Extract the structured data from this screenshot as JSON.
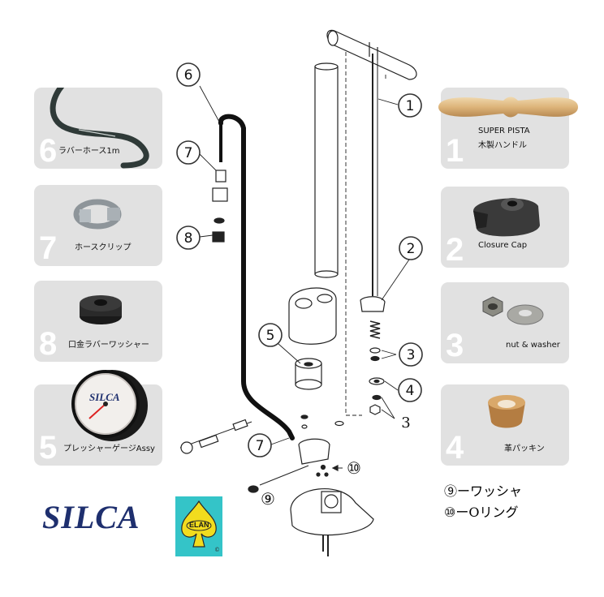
{
  "cards": [
    {
      "number": "6",
      "label": "ラバーホース1m",
      "icon": "rubber-hose"
    },
    {
      "number": "7",
      "label": "ホースクリップ",
      "icon": "hose-clip"
    },
    {
      "number": "8",
      "label": "口金ラバーワッシャー",
      "icon": "rubber-washer"
    },
    {
      "number": "5",
      "label": "プレッシャーゲージAssy",
      "icon": "pressure-gauge",
      "gauge_brand": "SILCA"
    },
    {
      "number": "1",
      "label_line1": "SUPER PISTA",
      "label_line2": "木製ハンドル",
      "icon": "wooden-handle"
    },
    {
      "number": "2",
      "label": "Closure Cap",
      "icon": "closure-cap"
    },
    {
      "number": "3",
      "label": "nut & washer",
      "icon": "nut-washer"
    },
    {
      "number": "4",
      "label": "革パッキン",
      "icon": "leather-packing"
    }
  ],
  "callouts": [
    "1",
    "2",
    "3",
    "4",
    "3",
    "5",
    "6",
    "7",
    "8",
    "7",
    "⑩",
    "⑨"
  ],
  "legend": [
    "⑨ーワッシャ",
    "⑩ーOリング"
  ],
  "logos": {
    "silca": "SILCA",
    "elan": "ELAN",
    "elan_mark": "©"
  },
  "colors": {
    "card_bg": "#e1e1e1",
    "silca_blue": "#1e2f6e",
    "elan_teal": "#34c4c8",
    "elan_yellow": "#f2dc1e"
  }
}
